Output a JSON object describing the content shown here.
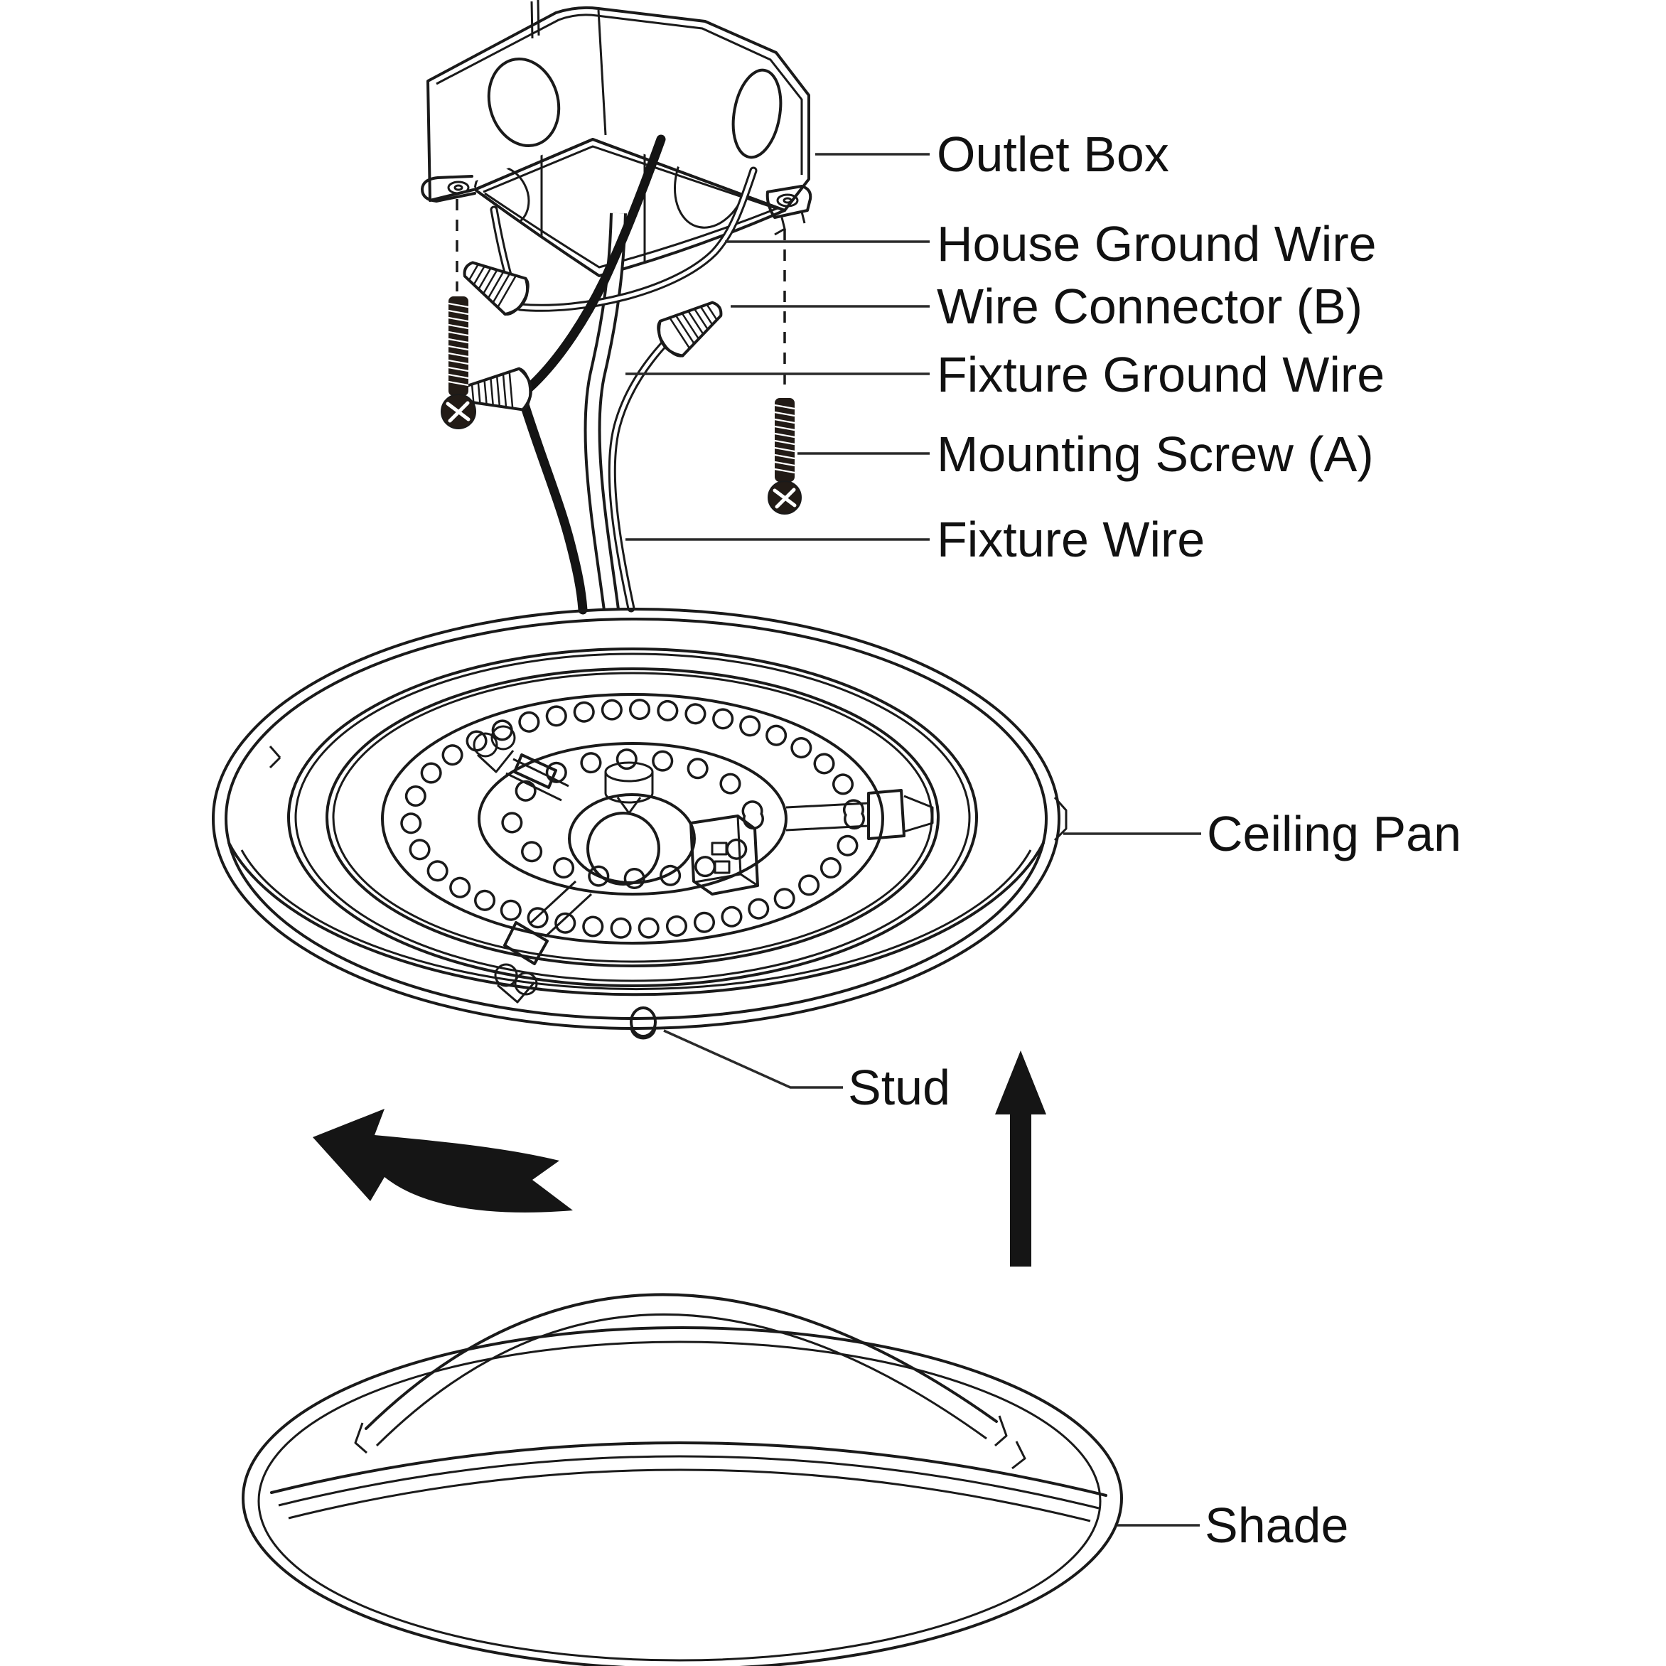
{
  "figure": {
    "kind": "installation diagram",
    "subject": "Flush-mount LED ceiling light fixture mounting steps"
  },
  "labels": [
    {
      "id": "outlet-box",
      "text": "Outlet Box"
    },
    {
      "id": "house-ground-wire",
      "text": "House Ground Wire"
    },
    {
      "id": "wire-connector-b",
      "text": "Wire Connector (B)"
    },
    {
      "id": "fixture-ground-wire",
      "text": "Fixture Ground Wire"
    },
    {
      "id": "mounting-screw-a",
      "text": "Mounting Screw (A)"
    },
    {
      "id": "fixture-wire",
      "text": "Fixture Wire"
    },
    {
      "id": "ceiling-pan",
      "text": "Ceiling Pan"
    },
    {
      "id": "stud",
      "text": "Stud"
    },
    {
      "id": "shade",
      "text": "Shade"
    }
  ],
  "icons": {
    "rotate_arrow": "curved-counterclockwise-rotate-arrow",
    "lift_arrow": "straight-up-lift-arrow"
  },
  "colors": {
    "ink": "#1a1a1a",
    "background": "#ffffff"
  }
}
